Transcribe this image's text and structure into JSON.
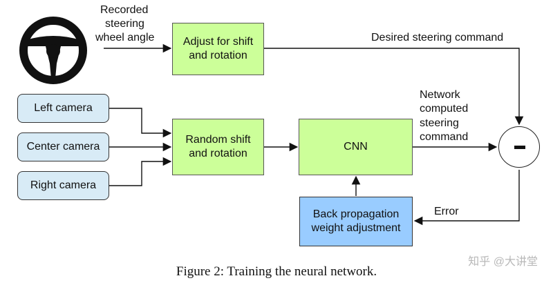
{
  "steering_label": [
    "Recorded",
    "steering",
    "wheel angle"
  ],
  "boxes": {
    "adjust": [
      "Adjust for shift",
      "and rotation"
    ],
    "random": [
      "Random shift",
      "and rotation"
    ],
    "cnn": "CNN",
    "backprop": [
      "Back propagation",
      "weight adjustment"
    ]
  },
  "cameras": {
    "left": "Left camera",
    "center": "Center camera",
    "right": "Right camera"
  },
  "desired_label": "Desired steering command",
  "network_label": [
    "Network",
    "computed",
    "steering",
    "command"
  ],
  "error_label": "Error",
  "caption": "Figure 2: Training the neural network.",
  "watermark": "知乎 @大讲堂",
  "colors": {
    "green_box": "#ccff99",
    "blue_box": "#99ccff",
    "camera_box": "#d8ebf6"
  }
}
